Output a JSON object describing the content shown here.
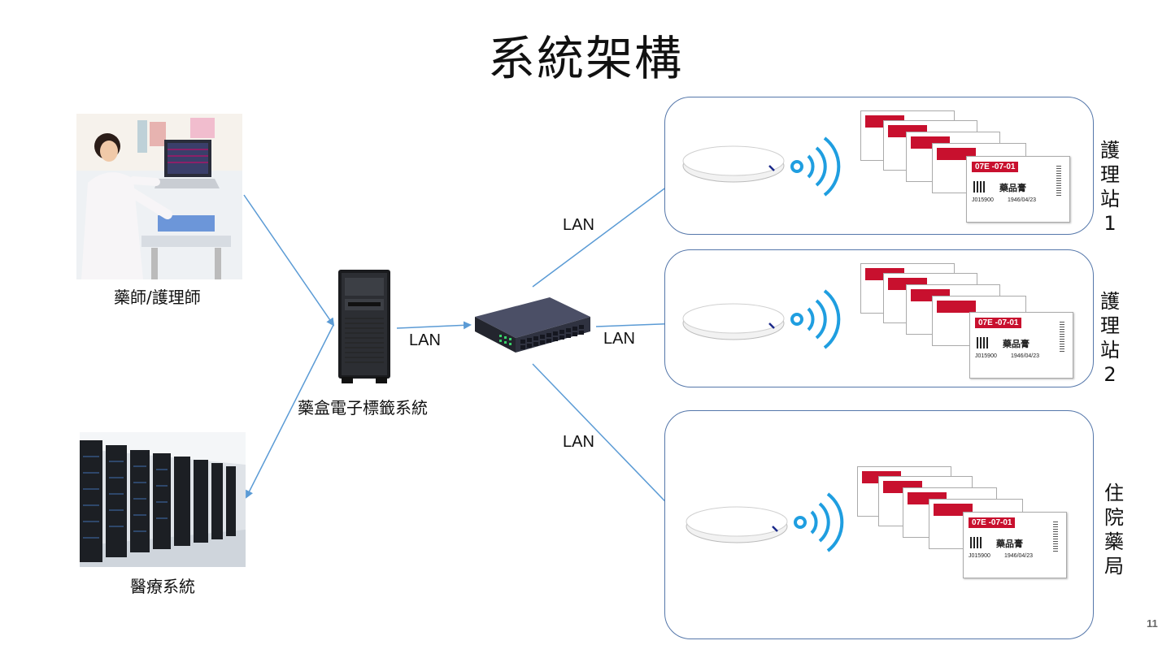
{
  "title": "系統架構",
  "nodes": {
    "pharmacist": "藥師/護理師",
    "medical_system": "醫療系統",
    "label_system": "藥盒電子標籤系統"
  },
  "links": {
    "server_switch": "LAN",
    "switch_station1": "LAN",
    "switch_station2": "LAN",
    "switch_pharmacy": "LAN"
  },
  "panels": [
    {
      "name": "護理站1"
    },
    {
      "name": "護理站2"
    },
    {
      "name": "住院藥局"
    }
  ],
  "tag": {
    "code": "07E -07-01",
    "drug": "藥品膏",
    "id": "J015900",
    "date": "1946/04/23"
  },
  "page_number": "11",
  "colors": {
    "arrow": "#5b9bd5",
    "panel_border": "#5577aa",
    "wifi": "#1f9ee0",
    "tag_red": "#c8102e"
  },
  "icons": {
    "ap": "wireless-access-point-icon",
    "wifi": "wifi-signal-icon",
    "server": "tower-server-icon",
    "switch": "network-switch-icon"
  }
}
